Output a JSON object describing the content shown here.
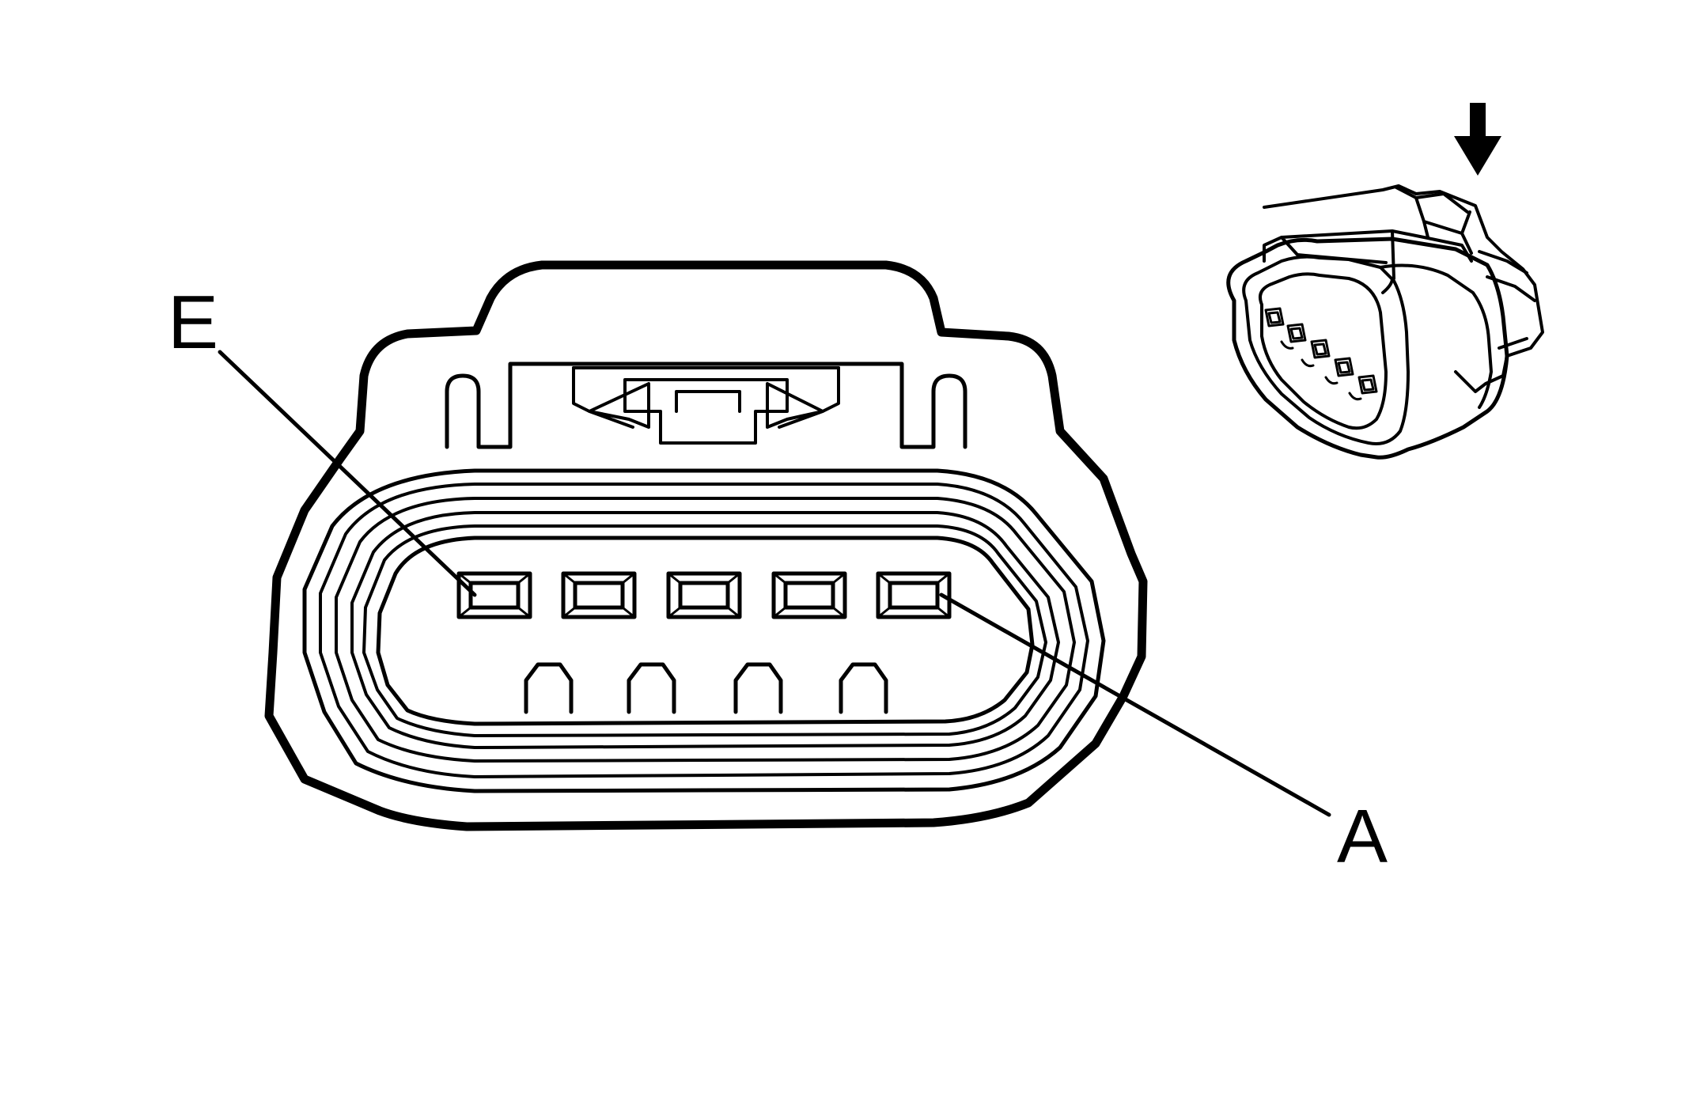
{
  "labels": {
    "pin_e": "E",
    "pin_a": "A"
  },
  "colors": {
    "line": "#000000",
    "background": "#ffffff"
  },
  "connector": {
    "cavity_count": 5,
    "key_rib_count": 4
  },
  "inset": {
    "view_arrow_icon": "arrow-down-icon"
  }
}
